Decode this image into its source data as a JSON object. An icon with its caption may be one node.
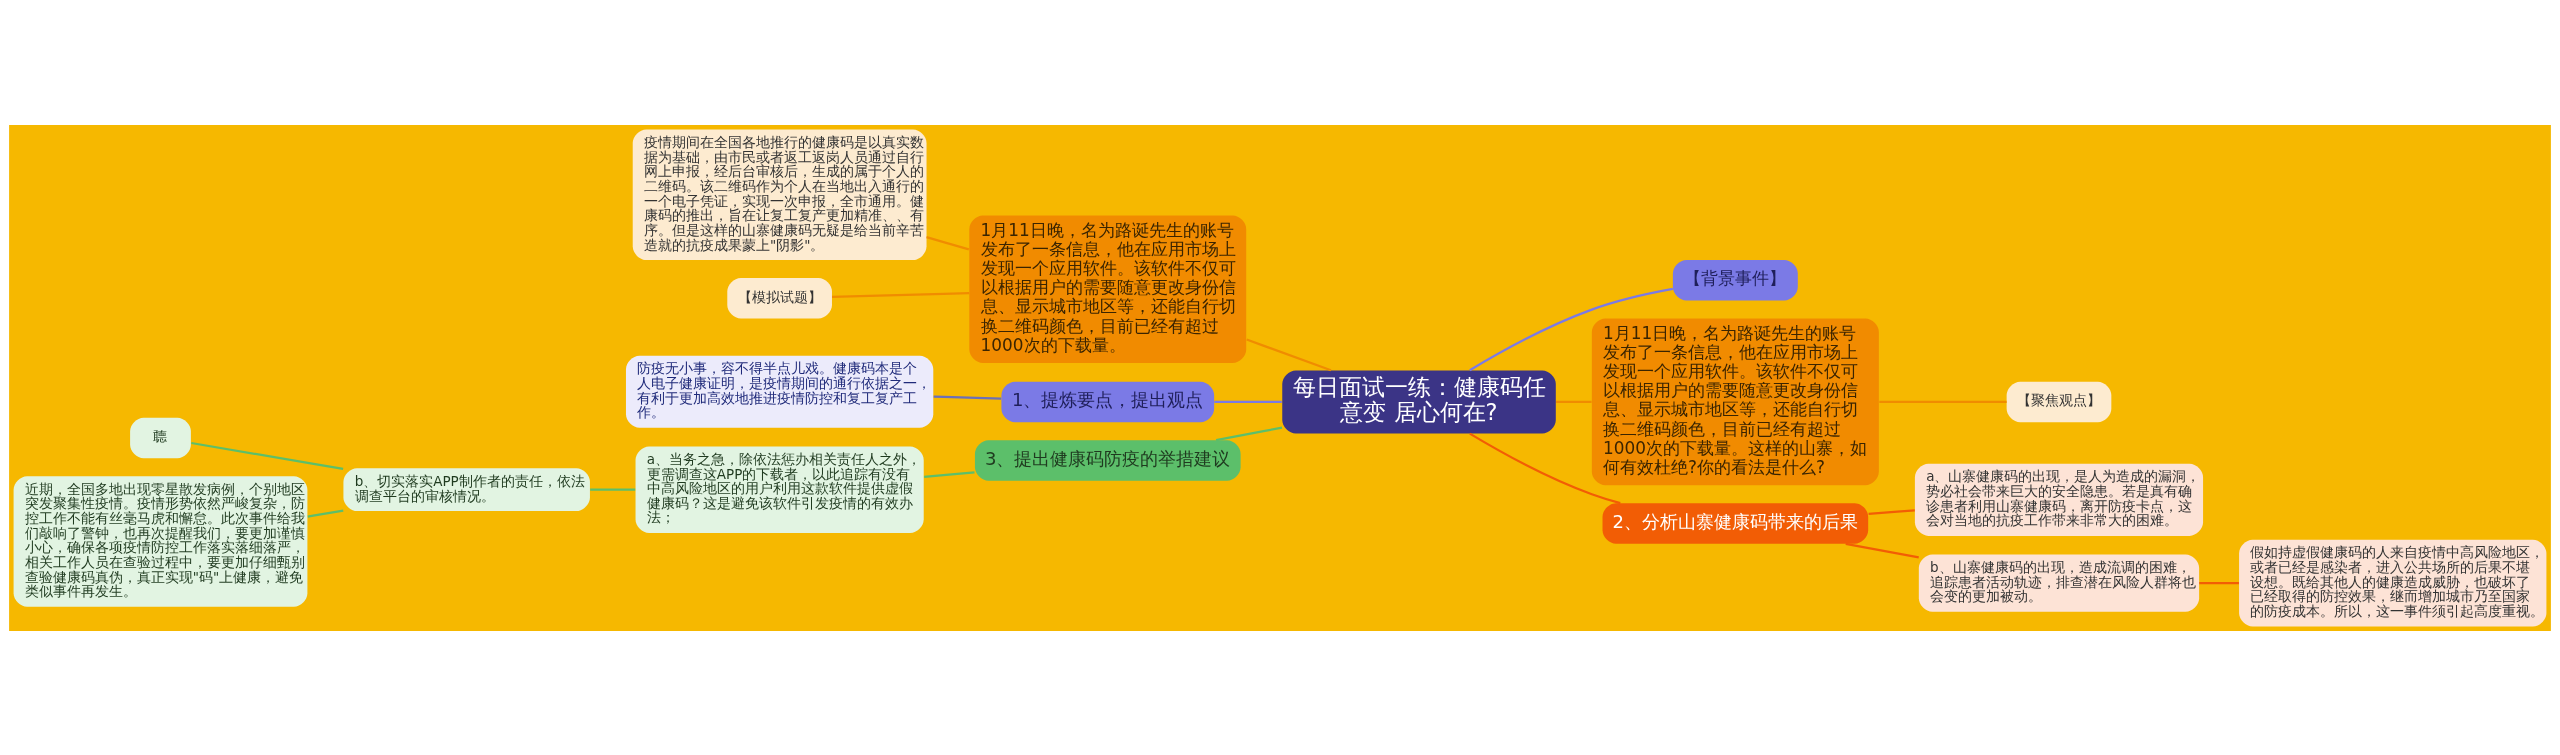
{
  "diagram": {
    "nodes": [
      {
        "text": [
          "每日面试一练：健康码任意变 居心何在?"
        ]
      },
      {
        "text": [
          "【背景事件】"
        ]
      },
      {
        "text": [
          "1月11日晚，名为路诞先生的账号发布了一条信息，他在应用市场上发现一个应用软件。该软件不仅可以根据用户的需要随意更改身份信息、显示城市地区等，还能自行切换二维码颜色，目前已经有超过1000次的下载量。这样的山寨，如何有效杜绝?你的看法是什么?"
        ]
      },
      {
        "text": [
          "【聚焦观点】"
        ]
      },
      {
        "text": [
          "2、分析山寨健康码带来的后果"
        ]
      },
      {
        "text": [
          "a、山寨健康码的出现，是人为造成的漏洞，势必社会带来巨大的安全隐患。若是真有确诊患者利用山寨健康码，离开防疫卡点，这会对当地的抗疫工作带来非常大的困难。"
        ]
      },
      {
        "text": [
          "b、山寨健康码的出现，造成流调的困难，追踪患者活动轨迹，排查潜在风险人群将也会变的更加被动。"
        ]
      },
      {
        "text": [
          "假如持虚假健康码的人来自疫情中高风险地区，或者已经是感染者，进入公共场所的后果不堪设想。既给其他人的健康造成威胁，也破坏了已经取得的防控效果，继而增加城市乃至国家的防疫成本。所以，这一事件须引起高度重视。"
        ]
      },
      {
        "text": [
          "1月11日晚，名为路诞先生的账号发布了一条信息，他在应用市场上发现一个应用软件。该软件不仅可以根据用户的需要随意更改身份信息、显示城市地区等，还能自行切换二维码颜色，目前已经有超过1000次的下载量。"
        ]
      },
      {
        "text": [
          "疫情期间在全国各地推行的健康码是以真实数据为基础，由市民或者返工返岗人员通过自行网上申报，经后台审核后，生成的属于个人的二维码。该二维码作为个人在当地出入通行的一个电子凭证，实现一次申报，全市通用。健康码的推出，旨在让复工复产更加精准、、有序。但是这样的山寨健康码无疑是给当前辛苦造就的抗疫成果蒙上\"阴影\"。"
        ]
      },
      {
        "text": [
          "【模拟试题】"
        ]
      },
      {
        "text": [
          "1、提炼要点，提出观点"
        ]
      },
      {
        "text": [
          "防疫无小事，容不得半点儿戏。健康码本是个人电子健康证明，是疫情期间的通行依据之一，有利于更加高效地推进疫情防控和复工复产工作。"
        ]
      },
      {
        "text": [
          "3、提出健康码防疫的举措建议"
        ]
      },
      {
        "text": [
          "a、当务之急，除依法惩办相关责任人之外，更需调查这APP的下载者，以此追踪有没有中高风险地区的用户利用这款软件提供虚假健康码？这是避免该软件引发疫情的有效办法；"
        ]
      },
      {
        "text": [
          "b、切实落实APP制作者的责任，依法调查平台的审核情况。"
        ]
      },
      {
        "text": [
          "聼"
        ]
      },
      {
        "text": [
          "近期，全国多地出现零星散发病例，个别地区突发聚集性疫情。疫情形势依然严峻复杂，防控工作不能有丝毫马虎和懈怠。此次事件给我们敲响了警钟，也再次提醒我们，要更加谨慎小心，确保各项疫情防控工作落实落细落严，相关工作人员在查验过程中，要更加仔细甄别查验健康码真伪，真正实现\"码\"上健康，避免类似事件再发生。"
        ]
      }
    ],
    "edges": [
      {
        "from": 0,
        "to": 1,
        "arrow": "none",
        "color": "#7b7ae6"
      },
      {
        "from": 0,
        "to": 2,
        "arrow": "none"
      },
      {
        "from": 2,
        "to": 3,
        "arrow": "none"
      },
      {
        "from": 0,
        "to": 4,
        "arrow": "none",
        "color": "#f25d05"
      },
      {
        "from": 4,
        "to": 5,
        "arrow": "none",
        "color": "#f25d05"
      },
      {
        "from": 4,
        "to": 6,
        "arrow": "none",
        "color": "#f25d05"
      },
      {
        "from": 6,
        "to": 7,
        "arrow": "none",
        "color": "#f25d05"
      },
      {
        "from": 8,
        "to": 0,
        "arrow": "none"
      },
      {
        "from": 9,
        "to": 8,
        "arrow": "none"
      },
      {
        "from": 10,
        "to": 8,
        "arrow": "none"
      },
      {
        "from": 11,
        "to": 0,
        "arrow": "none",
        "color": "#7b7ae6"
      },
      {
        "from": 12,
        "to": 11,
        "arrow": "none",
        "color": "#6b6fb8"
      },
      {
        "from": 13,
        "to": 0,
        "arrow": "none",
        "color": "#5cbf6a"
      },
      {
        "from": 14,
        "to": 13,
        "arrow": "none",
        "color": "#5cbf6a"
      },
      {
        "from": 15,
        "to": 14,
        "arrow": "none",
        "color": "#5cbf6a"
      },
      {
        "from": 16,
        "to": 15,
        "arrow": "none",
        "color": "#5cbf6a"
      },
      {
        "from": 17,
        "to": 15,
        "arrow": "none",
        "color": "#5cbf6a"
      }
    ]
  }
}
